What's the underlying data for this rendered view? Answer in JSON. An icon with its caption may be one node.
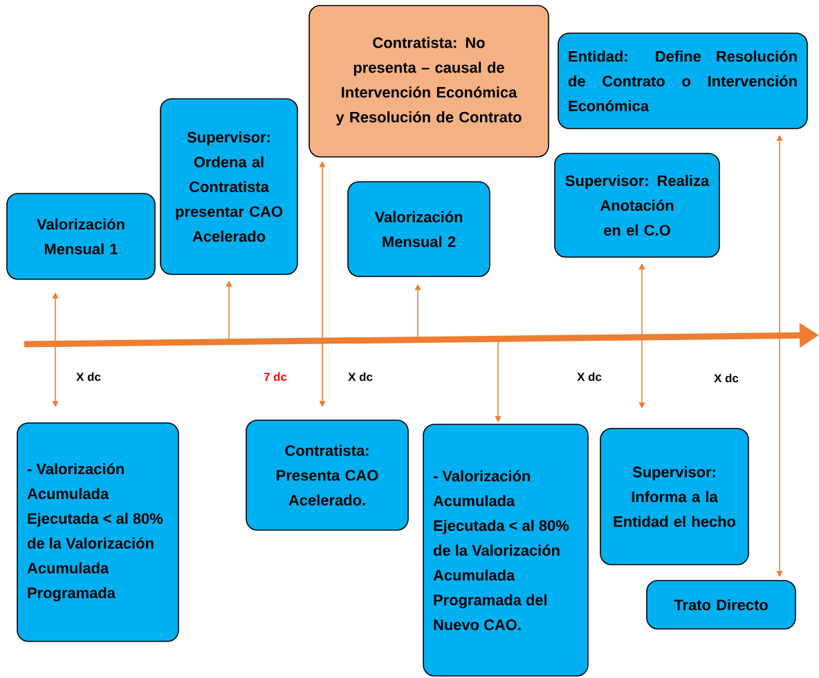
{
  "diagram": {
    "nodes": [
      {
        "text": [
          "Valorización Mensual 1"
        ]
      },
      {
        "text": [
          "Supervisor: Ordena al Contratista presentar CAO Acelerado"
        ]
      },
      {
        "text": [
          "Contratista: No presenta – causal de Intervención Económica y Resolución de Contrato"
        ]
      },
      {
        "text": [
          "Valorización Mensual 2"
        ]
      },
      {
        "text": [
          "Entidad: Define Resolución de Contrato o Intervención Económica"
        ]
      },
      {
        "text": [
          "Supervisor: Realiza Anotación en el C.O"
        ]
      },
      {
        "text": [
          "- Valorización Acumulada Ejecutada < al 80% de la Valorización Acumulada Programada"
        ]
      },
      {
        "text": [
          "Contratista: Presenta CAO Acelerado."
        ]
      },
      {
        "text": [
          "- Valorización Acumulada Ejecutada < al 80% de la Valorización Acumulada Programada del Nuevo CAO."
        ]
      },
      {
        "text": [
          "Supervisor: Informa a la Entidad el hecho"
        ]
      },
      {
        "text": [
          "Trato Directo"
        ]
      }
    ],
    "edges": [
      {
        "from": 0,
        "to": 6,
        "arrow": "both"
      },
      {
        "from": null,
        "to": 1,
        "arrow": "to"
      },
      {
        "from": 2,
        "to": 7,
        "arrow": "both"
      },
      {
        "from": null,
        "to": 3,
        "arrow": "to"
      },
      {
        "from": null,
        "to": 8,
        "arrow": "to"
      },
      {
        "from": 5,
        "to": 9,
        "arrow": "both"
      },
      {
        "from": 4,
        "to": 10,
        "arrow": "both"
      }
    ],
    "labels": [
      "X dc",
      "7 dc",
      "X dc",
      "X dc",
      "X dc"
    ]
  }
}
